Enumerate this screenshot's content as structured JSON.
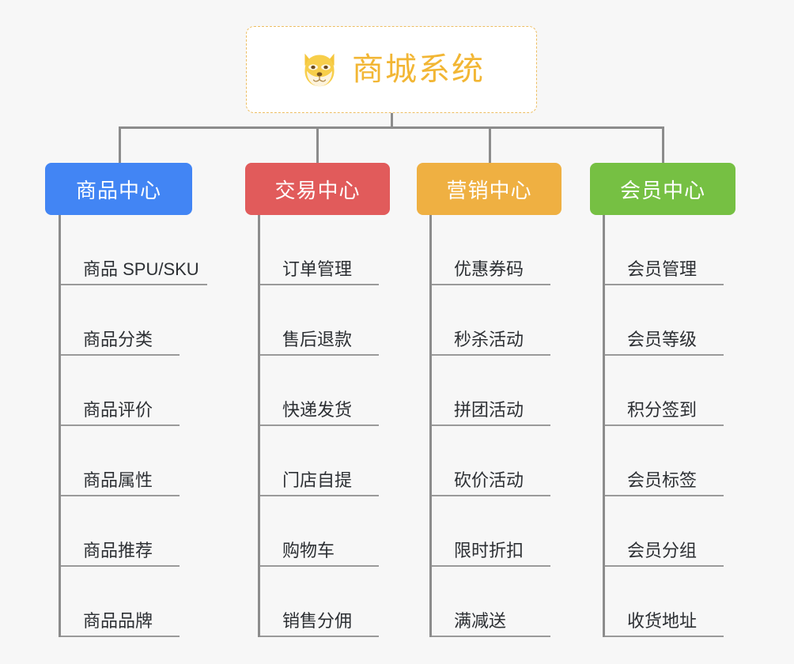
{
  "page": {
    "background_color": "#f7f7f7",
    "connector_color": "#8c8c8c",
    "item_text_color": "#2c2f33"
  },
  "root": {
    "title": "商城系统",
    "icon": "shiba-dog-face-icon",
    "text_color": "#f2b634",
    "border_color": "#edbe62",
    "background_color": "#ffffff"
  },
  "columns": [
    {
      "title": "商品中心",
      "color": "#4285f4",
      "items": [
        {
          "label": "商品 SPU/SKU"
        },
        {
          "label": "商品分类"
        },
        {
          "label": "商品评价"
        },
        {
          "label": "商品属性"
        },
        {
          "label": "商品推荐"
        },
        {
          "label": "商品品牌"
        }
      ]
    },
    {
      "title": "交易中心",
      "color": "#e15b5b",
      "items": [
        {
          "label": "订单管理"
        },
        {
          "label": "售后退款"
        },
        {
          "label": "快递发货"
        },
        {
          "label": "门店自提"
        },
        {
          "label": "购物车"
        },
        {
          "label": "销售分佣"
        }
      ]
    },
    {
      "title": "营销中心",
      "color": "#efb042",
      "items": [
        {
          "label": "优惠券码"
        },
        {
          "label": "秒杀活动"
        },
        {
          "label": "拼团活动"
        },
        {
          "label": "砍价活动"
        },
        {
          "label": "限时折扣"
        },
        {
          "label": "满减送"
        }
      ]
    },
    {
      "title": "会员中心",
      "color": "#76c043",
      "items": [
        {
          "label": "会员管理"
        },
        {
          "label": "会员等级"
        },
        {
          "label": "积分签到"
        },
        {
          "label": "会员标签"
        },
        {
          "label": "会员分组"
        },
        {
          "label": "收货地址"
        }
      ]
    }
  ]
}
